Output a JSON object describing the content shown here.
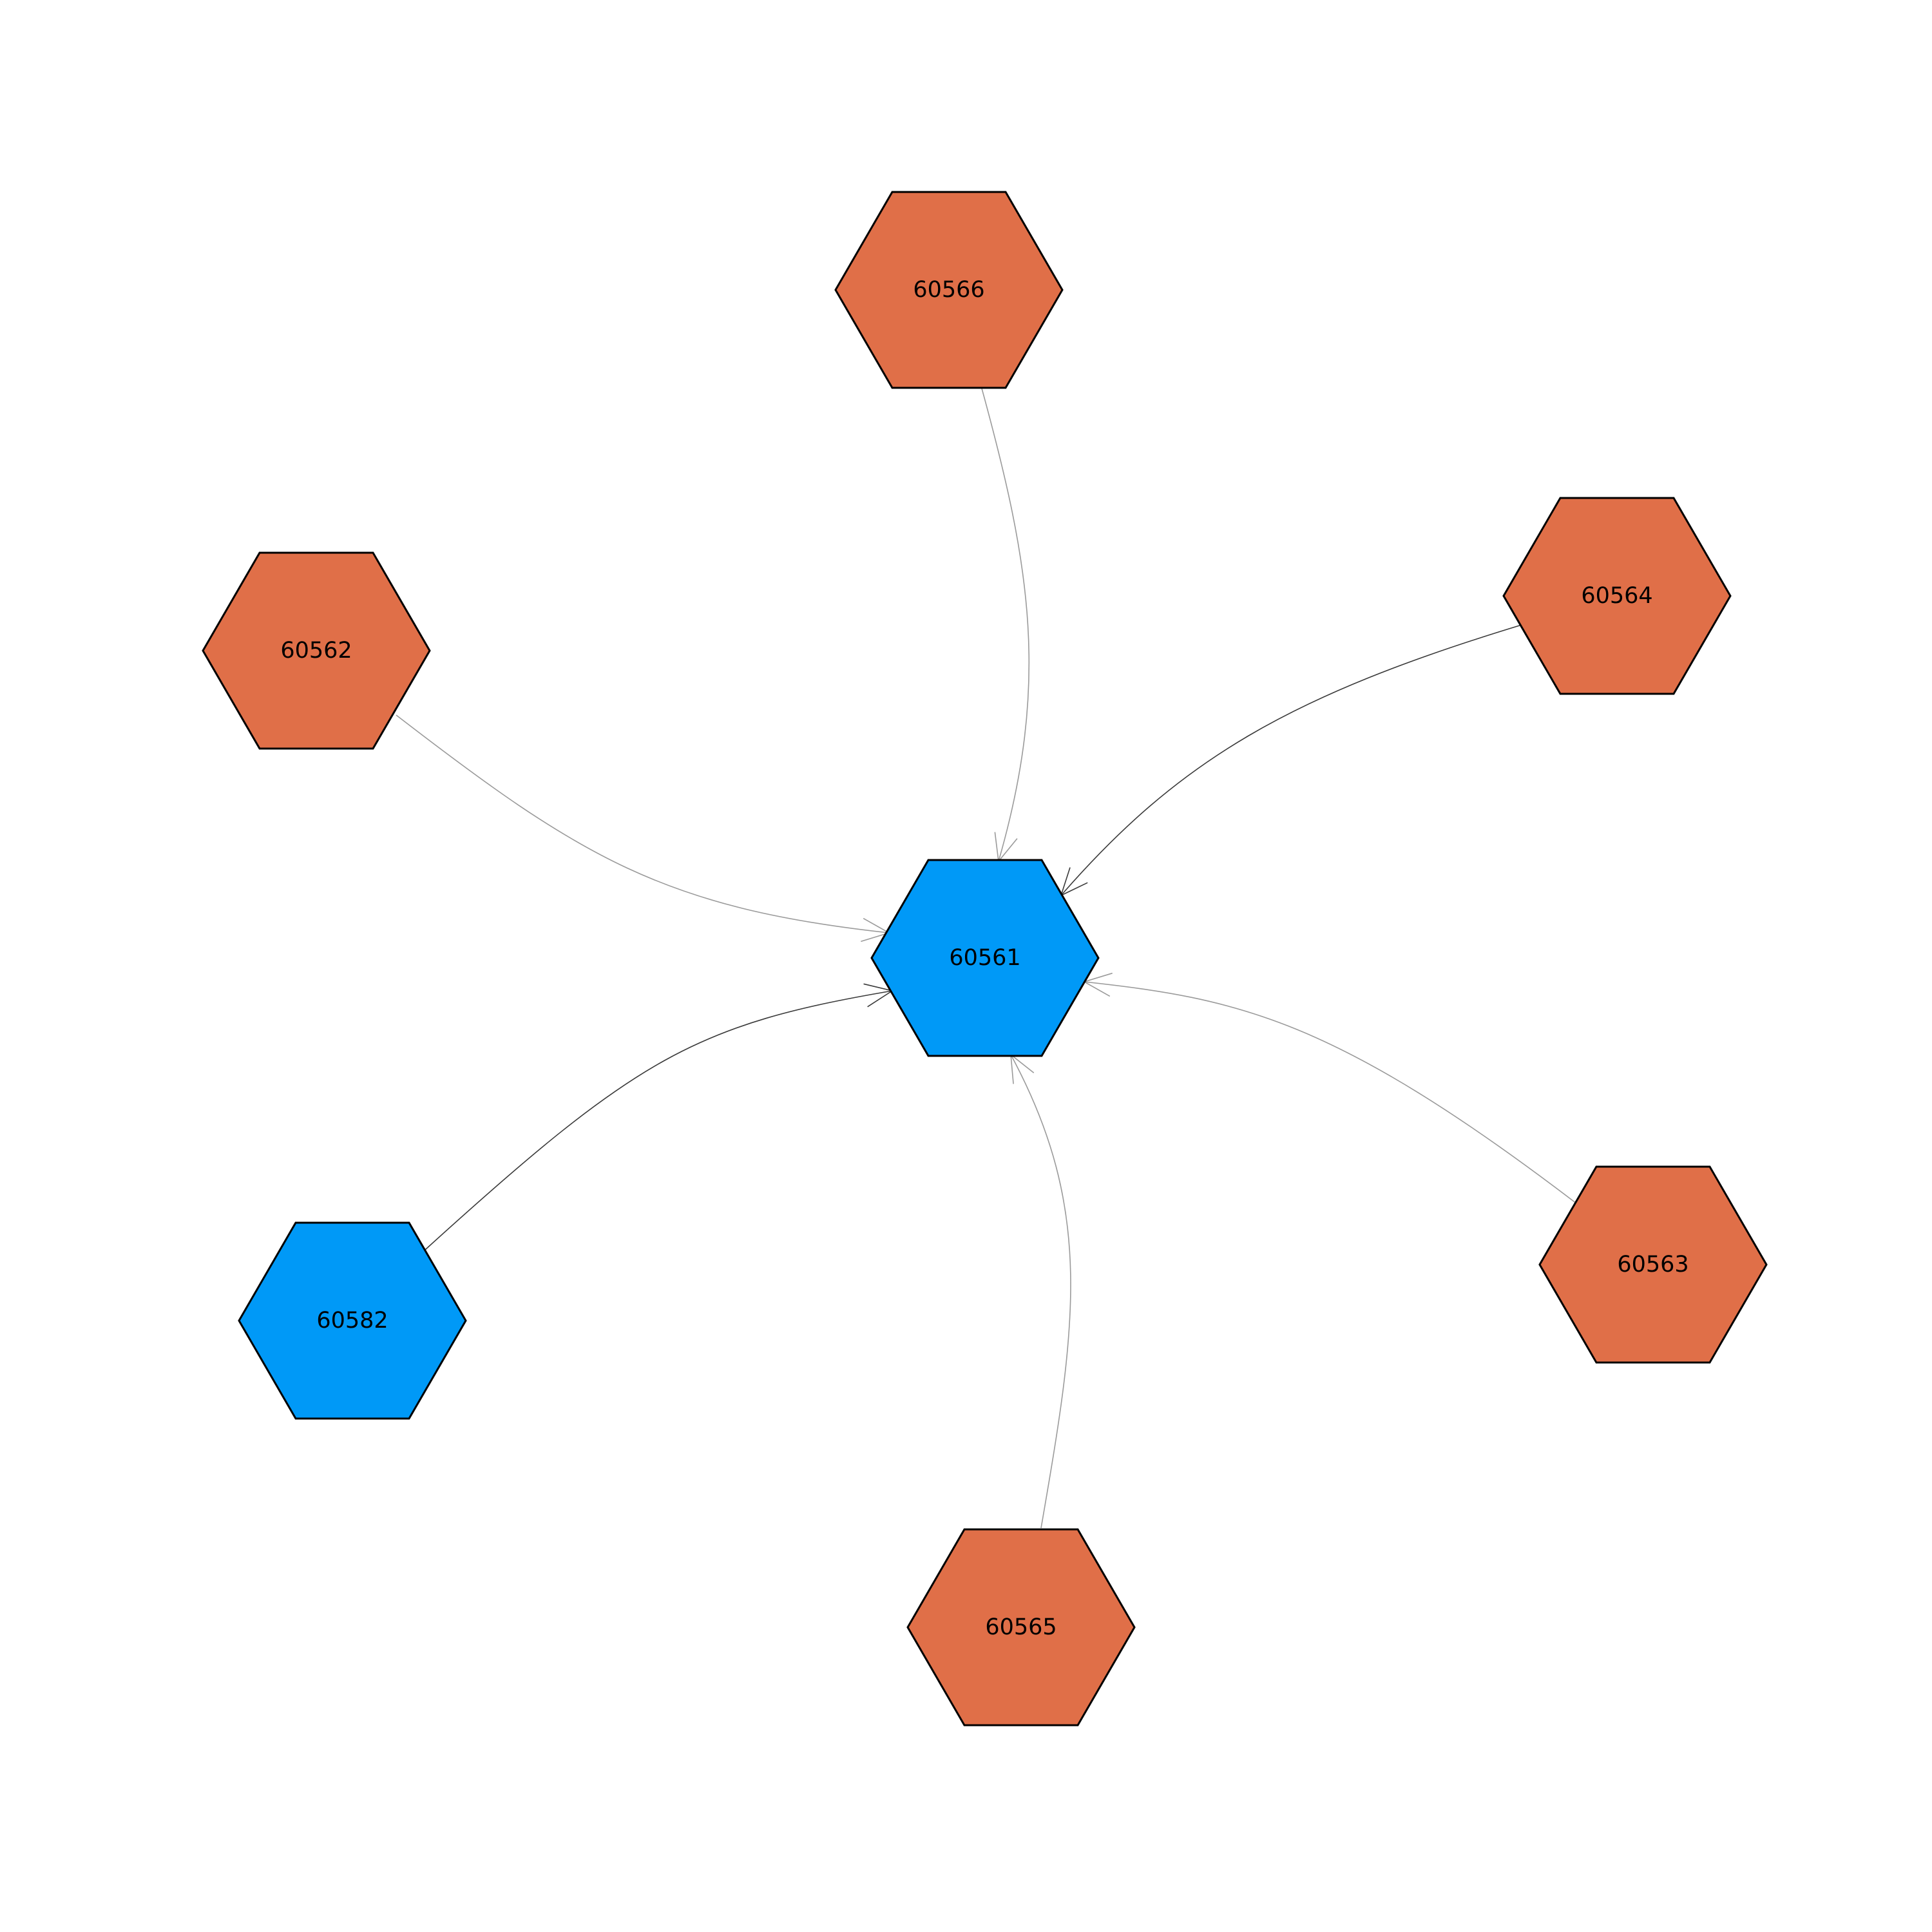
{
  "graph": {
    "colors": {
      "orange": "#E06F48",
      "blue": "#0099F7",
      "edge_light": "#9a9a9a",
      "edge_dark": "#3a3a3a",
      "outline": "#000000"
    },
    "nodes": [
      {
        "id": "60561",
        "label": "60561",
        "color": "blue"
      },
      {
        "id": "60566",
        "label": "60566",
        "color": "orange"
      },
      {
        "id": "60564",
        "label": "60564",
        "color": "orange"
      },
      {
        "id": "60562",
        "label": "60562",
        "color": "orange"
      },
      {
        "id": "60582",
        "label": "60582",
        "color": "blue"
      },
      {
        "id": "60563",
        "label": "60563",
        "color": "orange"
      },
      {
        "id": "60565",
        "label": "60565",
        "color": "orange"
      }
    ],
    "edges": [
      {
        "from": "60566",
        "to": "60561",
        "tone": "edge_light"
      },
      {
        "from": "60564",
        "to": "60561",
        "tone": "edge_dark"
      },
      {
        "from": "60562",
        "to": "60561",
        "tone": "edge_light"
      },
      {
        "from": "60582",
        "to": "60561",
        "tone": "edge_dark"
      },
      {
        "from": "60563",
        "to": "60561",
        "tone": "edge_light"
      },
      {
        "from": "60565",
        "to": "60561",
        "tone": "edge_light"
      }
    ]
  }
}
